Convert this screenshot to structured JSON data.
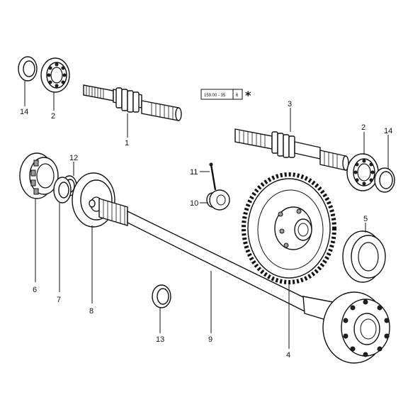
{
  "reference": {
    "code": "159.00 - 35",
    "sheet": "6",
    "mark": "*"
  },
  "callouts": [
    {
      "id": "c1",
      "label": "1"
    },
    {
      "id": "c2a",
      "label": "2"
    },
    {
      "id": "c2b",
      "label": "2"
    },
    {
      "id": "c3",
      "label": "3"
    },
    {
      "id": "c4",
      "label": "4"
    },
    {
      "id": "c5",
      "label": "5"
    },
    {
      "id": "c6",
      "label": "6"
    },
    {
      "id": "c7",
      "label": "7"
    },
    {
      "id": "c8",
      "label": "8"
    },
    {
      "id": "c9",
      "label": "9"
    },
    {
      "id": "c10",
      "label": "10"
    },
    {
      "id": "c11",
      "label": "11"
    },
    {
      "id": "c12",
      "label": "12"
    },
    {
      "id": "c13",
      "label": "13"
    },
    {
      "id": "c14a",
      "label": "14"
    },
    {
      "id": "c14b",
      "label": "14"
    }
  ]
}
